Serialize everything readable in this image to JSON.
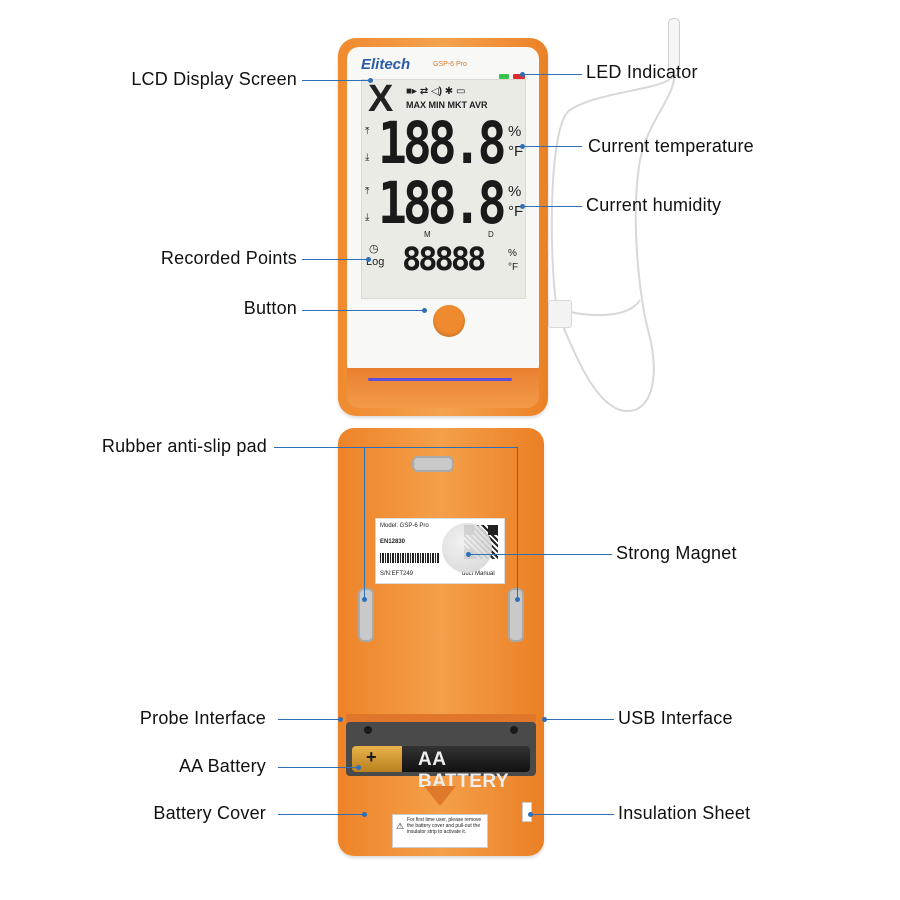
{
  "labels": {
    "lcd_display_screen": "LCD Display Screen",
    "led_indicator": "LED Indicator",
    "current_temperature": "Current temperature",
    "current_humidity": "Current humidity",
    "recorded_points": "Recorded Points",
    "button": "Button",
    "rubber_anti_slip_pad": "Rubber anti-slip pad",
    "strong_magnet": "Strong Magnet",
    "probe_interface": "Probe Interface",
    "usb_interface": "USB Interface",
    "aa_battery": "AA Battery",
    "insulation_sheet": "Insulation Sheet",
    "battery_cover": "Battery Cover"
  },
  "device": {
    "brand": "Elitech",
    "model": "GSP-6 Pro",
    "lcd_stats": "MAX  MIN  MKT  AVR",
    "reading_1": "188.8",
    "reading_2": "188.8",
    "reading_3": "88888",
    "unit_pct": "%",
    "unit_f": "°F",
    "log": "Log",
    "month": "M",
    "day": "D"
  },
  "back": {
    "sticker_model": "Model: GSP-6 Pro",
    "sticker_en": "EN12830",
    "sticker_sn": "S/N:EFT249",
    "sticker_manual": "duct Manual",
    "battery_text": "AA BATTERY",
    "battery_plus": "+",
    "cover_note": "For first time user, please remove the battery cover and pull-out the insulator strip to activate it."
  },
  "colors": {
    "device_orange": "#f08a2e",
    "leader_blue": "#2f6fb8",
    "led_green": "#39c04a",
    "led_red": "#e02c2c"
  }
}
